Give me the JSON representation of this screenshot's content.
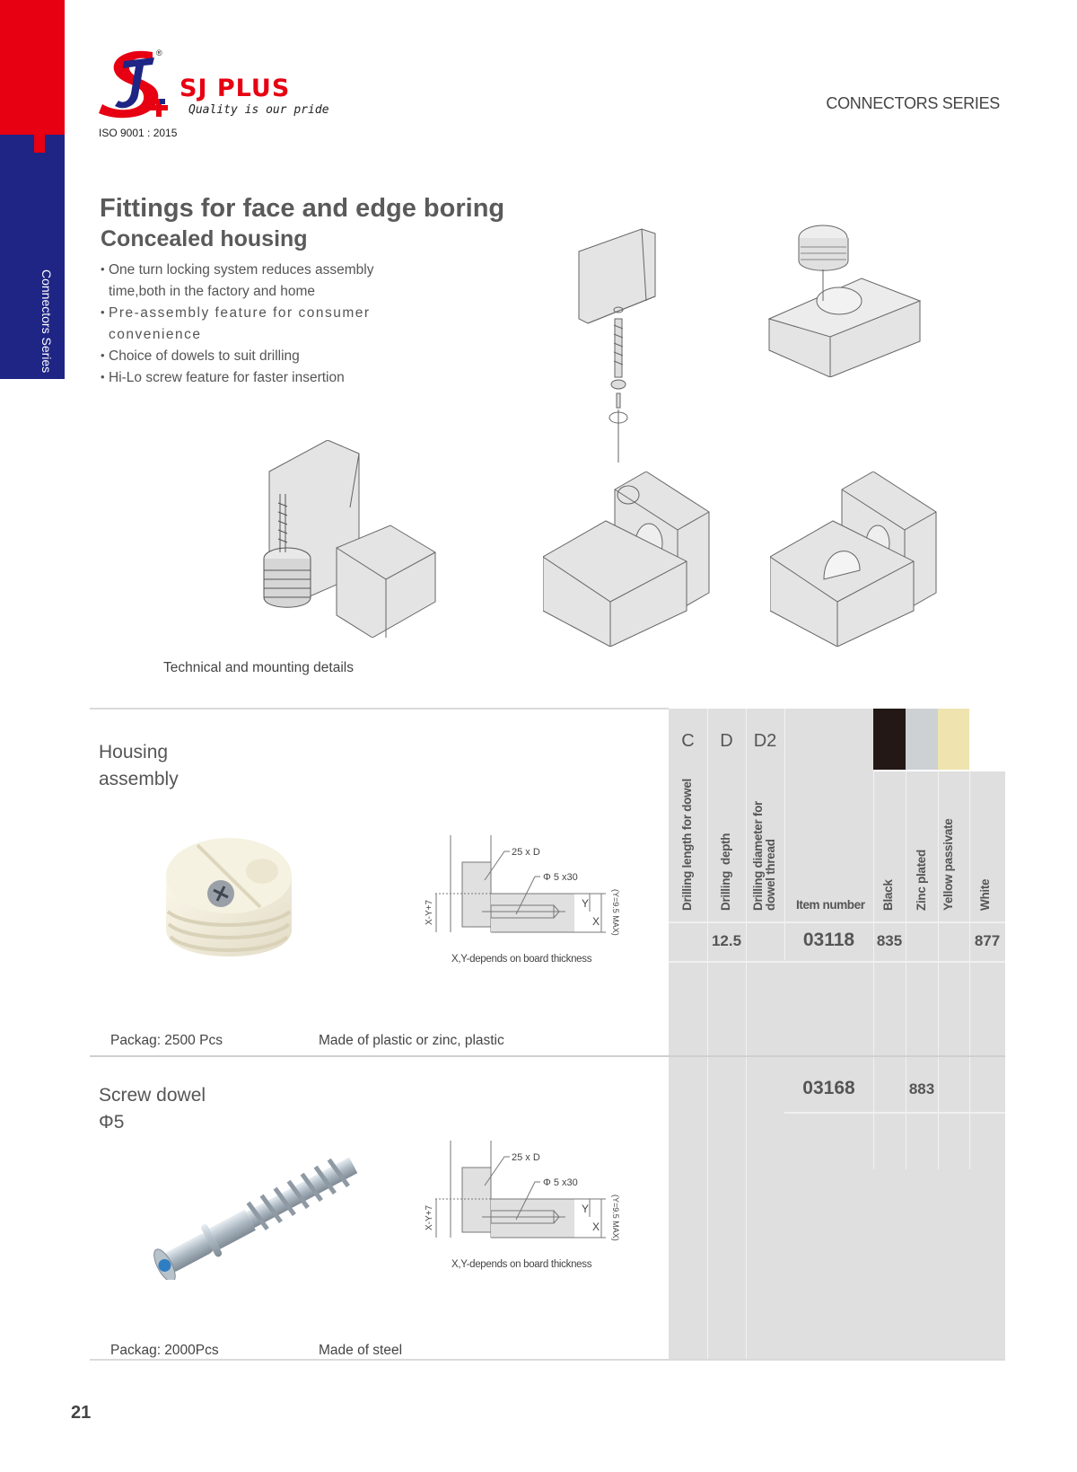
{
  "sidebar": {
    "label": "Connectors Series",
    "colors": {
      "top": "#e60012",
      "bottom": "#1e2584"
    }
  },
  "header": {
    "brand": "SJ PLUS",
    "tagline": "Quality is our pride",
    "certification": "ISO 9001 : 2015",
    "registered_mark": "®",
    "series": "CONNECTORS SERIES"
  },
  "intro": {
    "title": "Fittings for face and edge boring",
    "subtitle": "Concealed housing",
    "bullets": [
      "One turn locking system reduces assembly time,both in the factory and home",
      "Pre-assembly feature for consumer convenience",
      "Choice of dowels to suit drilling",
      "Hi-Lo screw feature for faster insertion"
    ],
    "technical_caption": "Technical and mounting details"
  },
  "table": {
    "columns": [
      {
        "letter": "C",
        "label": "Drilling length for dowel"
      },
      {
        "letter": "D",
        "label": "Drilling  depth"
      },
      {
        "letter": "D2",
        "label": "Drilling diameter for dowel thread"
      },
      {
        "letter": "",
        "label": "Item number"
      },
      {
        "letter": "",
        "label": "Black",
        "swatch": "#231815"
      },
      {
        "letter": "",
        "label": "Zinc plated",
        "swatch": "#cdd1d4"
      },
      {
        "letter": "",
        "label": "Yellow passivate",
        "swatch": "#efe4b0"
      },
      {
        "letter": "",
        "label": "White",
        "swatch": "#ffffff"
      }
    ],
    "rows": [
      {
        "C": "",
        "D": "12.5",
        "D2": "",
        "item": "03118",
        "black": "835",
        "zinc": "",
        "yellow": "",
        "white": "877"
      },
      {
        "C": "",
        "D": "",
        "D2": "",
        "item": "03168",
        "black": "",
        "zinc": "883",
        "yellow": "",
        "white": ""
      }
    ]
  },
  "products": [
    {
      "name_line1": "Housing",
      "name_line2": "assembly",
      "package": "Packag: 2500 Pcs",
      "material": "Made of plastic or zinc, plastic",
      "diagram": {
        "label_top": "25 x D",
        "label_dowel": "Φ 5 x30",
        "label_left": "X-Y+7",
        "label_y": "Y",
        "label_x": "X",
        "label_max": "(Y=9.5 MAX)",
        "caption": "X,Y-depends on board thickness"
      }
    },
    {
      "name_line1": "Screw dowel",
      "name_line2": "Φ5",
      "package": "Packag: 2000Pcs",
      "material": "Made of steel",
      "diagram": {
        "label_top": "25 x D",
        "label_dowel": "Φ 5 x30",
        "label_left": "X-Y+7",
        "label_y": "Y",
        "label_x": "X",
        "label_max": "(Y=9.5 MAX)",
        "caption": "X,Y-depends on board thickness"
      }
    }
  ],
  "footer": {
    "page_number": "21"
  }
}
